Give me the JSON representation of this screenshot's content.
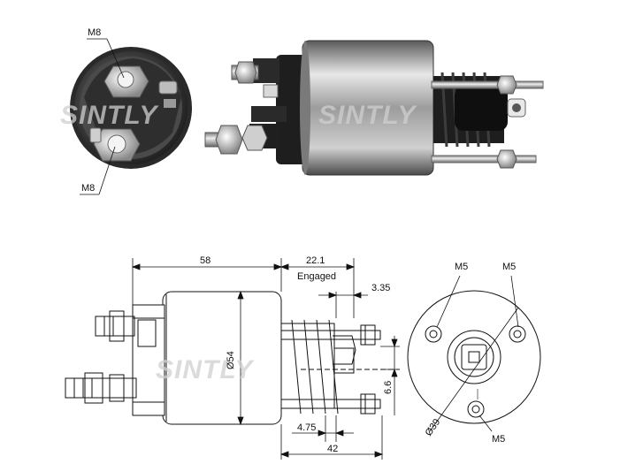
{
  "watermark": "SINTLY",
  "photo": {
    "front_top_label": "M8",
    "front_bottom_label": "M8"
  },
  "drawing": {
    "dim_body_length": "58",
    "dim_engaged_value": "22.1",
    "dim_engaged_word": "Engaged",
    "dim_small_gap": "3.35",
    "dim_diameter": "Ø54",
    "dim_bolt_offset": "6.6",
    "dim_plunger_step": "4.75",
    "dim_overall": "42",
    "end_label_top_left": "M5",
    "end_label_top_right": "M5",
    "end_label_bottom": "M5",
    "end_bolt_circle": "Ø39"
  },
  "colors": {
    "line": "#111111",
    "metal_dark": "#3a3a3a",
    "metal_mid": "#8a8a8a",
    "metal_light": "#d9d9d9",
    "watermark": "#cfcfcf"
  }
}
